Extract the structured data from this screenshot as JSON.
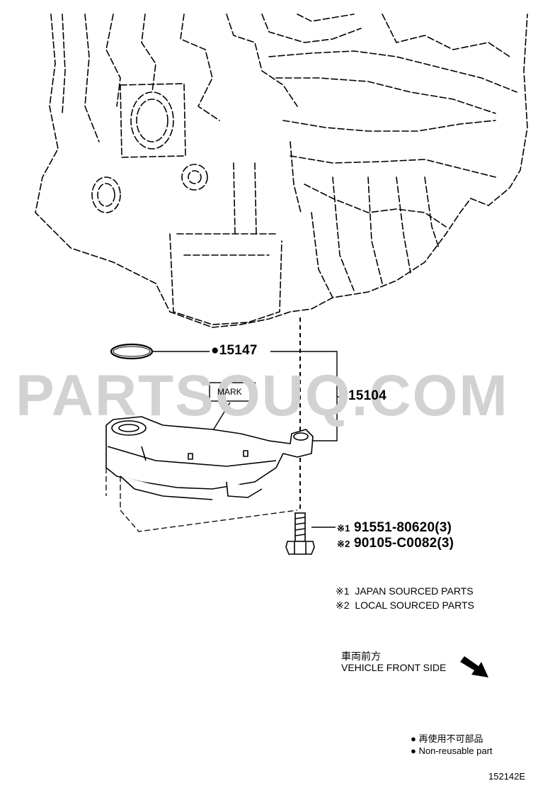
{
  "watermark": "PARTSOUQ.COM",
  "mark_label": "MARK",
  "parts": {
    "oring": "15147",
    "strainer": "15104",
    "bolt_japan": "91551-80620(3)",
    "bolt_local": "90105-C0082(3)"
  },
  "symbols": {
    "note1": "※1",
    "note2": "※2",
    "bullet": "●"
  },
  "notes": {
    "note1_text": "JAPAN SOURCED PARTS",
    "note2_text": "LOCAL SOURCED PARTS"
  },
  "direction": {
    "jp": "車両前方",
    "en": "VEHICLE FRONT SIDE"
  },
  "legend": {
    "jp": "再使用不可部品",
    "en": "Non-reusable part"
  },
  "figure_id": "152142E"
}
